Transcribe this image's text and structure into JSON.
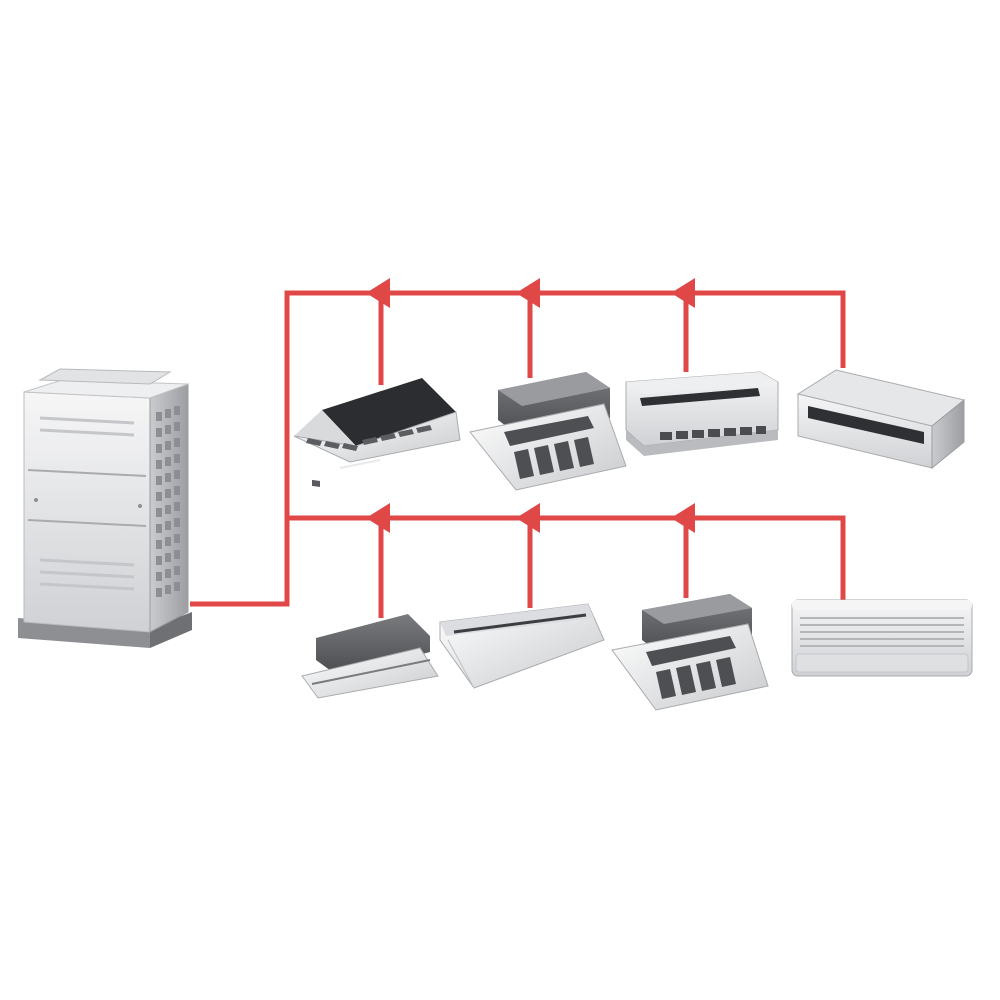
{
  "diagram": {
    "type": "vrf-air-conditioning-system",
    "colors": {
      "pipe": "#e04848",
      "background": "#ffffff",
      "unit_light": "#e9eaec",
      "unit_mid": "#bfc1c5",
      "unit_dark": "#5a5b5e",
      "grille": "#3f4043"
    },
    "outdoor_unit": {
      "icon": "outdoor-condenser-unit"
    },
    "branches": [
      {
        "name": "upper-branch",
        "indoor_units": [
          {
            "icon": "two-way-cassette"
          },
          {
            "icon": "four-way-cassette"
          },
          {
            "icon": "ceiling-suspended-unit"
          },
          {
            "icon": "ducted-unit"
          }
        ]
      },
      {
        "name": "lower-branch",
        "indoor_units": [
          {
            "icon": "one-way-cassette"
          },
          {
            "icon": "ceiling-slim-unit"
          },
          {
            "icon": "four-way-cassette"
          },
          {
            "icon": "wall-mounted-split"
          }
        ]
      }
    ],
    "flow_direction": "toward-outdoor-unit"
  }
}
